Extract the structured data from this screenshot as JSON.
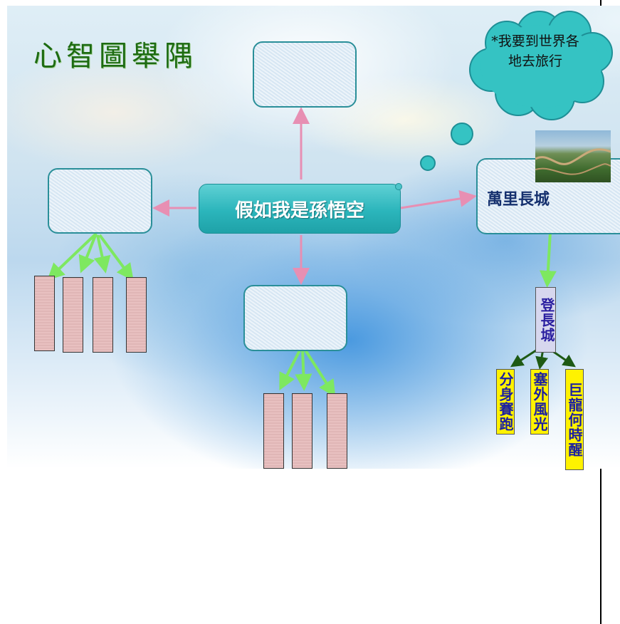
{
  "title": "心智圖舉隅",
  "center_node": {
    "label": "假如我是孫悟空"
  },
  "thought_cloud": {
    "text": "*我要到世界各地去旅行"
  },
  "great_wall_node": {
    "label": "萬里長城"
  },
  "climb_node": {
    "label": "登長城"
  },
  "sub_topics": [
    {
      "label": "分身賽跑"
    },
    {
      "label": "塞外風光"
    },
    {
      "label": "巨龍何時醒"
    }
  ],
  "colors": {
    "node_border": "#2a8f99",
    "center_fill": "#2bb5bb",
    "arrow_pink": "#e78fb3",
    "arrow_green": "#7ee860",
    "arrow_dark": "#1e5a14",
    "title_green": "#1d6b12",
    "label_blue": "#15306e",
    "highlight_yellow": "#fff200",
    "bar_pink": "#e7bcbc"
  }
}
